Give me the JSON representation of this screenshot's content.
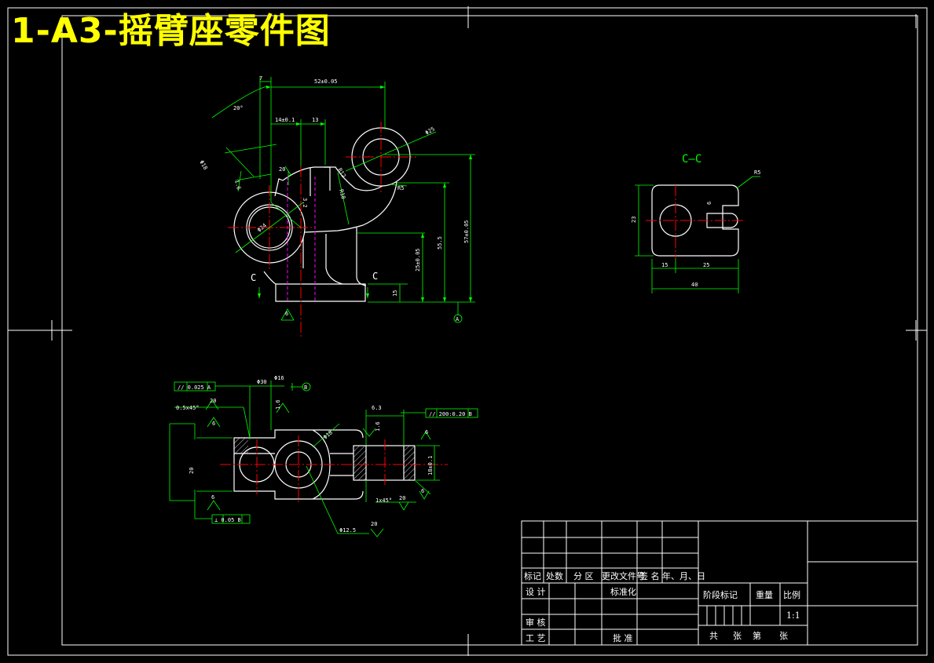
{
  "title": "1-A3-摇臂座零件图",
  "colors": {
    "outline": "#ffffff",
    "dimension": "#00ff00",
    "centerline": "#ff0000",
    "hidden": "#ff00ff",
    "title": "#ffff00",
    "background": "#000000"
  },
  "front_view": {
    "dims": {
      "d1": "7",
      "d2": "52±0.05",
      "d3": "20°",
      "d4": "14±0.1",
      "d5": "13",
      "d6": "Φ25",
      "d7": "Φ18",
      "d8": "1.6",
      "d9": "20",
      "d10": "R12",
      "d11": "R5",
      "d12": "3.2",
      "d13": "Φ24",
      "d14": "R10",
      "d15": "15",
      "d16": "55.5",
      "d17": "57±0.05",
      "d18": "25±0.05",
      "d19": "6",
      "d20": "6"
    },
    "section_left": "C",
    "section_right": "C",
    "datum": "A"
  },
  "section_view": {
    "title": "C—C",
    "dims": {
      "r": "R5",
      "h": "23",
      "w1": "15",
      "w2": "25",
      "w3": "40",
      "slot": "6"
    }
  },
  "top_view": {
    "tol_parallel": "// 0.025 A",
    "tol_perp": "⊥ 0.05 B",
    "tol_right": "// 200:0.20 B",
    "datum": "B",
    "dims": {
      "a": "Φ30",
      "b": "Φ16",
      "c": "0.5x45°",
      "d": "20",
      "e": "6",
      "f": "20",
      "g": "1.6",
      "h": "Φ18",
      "i": "6.3",
      "j": "6",
      "k": "20",
      "l": "18±0.1",
      "m": "1x45°",
      "n": "20",
      "o": "Φ12.5",
      "p": "6",
      "q": "6",
      "r": "20",
      "s": "1.6"
    }
  },
  "title_block": {
    "labels": {
      "biaoji": "标记",
      "chushu": "处数",
      "fenqu": "分 区",
      "gengai": "更改文件号",
      "qianming": "签 名",
      "nianyueri": "年、月、日",
      "sheji": "设 计",
      "biaozhunhua": "标准化",
      "jieduan": "阶段标记",
      "zhongliang": "重量",
      "bili": "比例",
      "shenhe": "审 核",
      "gongyi": "工 艺",
      "pizhun": "批 准",
      "gong": "共",
      "zhang1": "张",
      "di": "第",
      "zhang2": "张"
    },
    "scale": "1:1"
  }
}
